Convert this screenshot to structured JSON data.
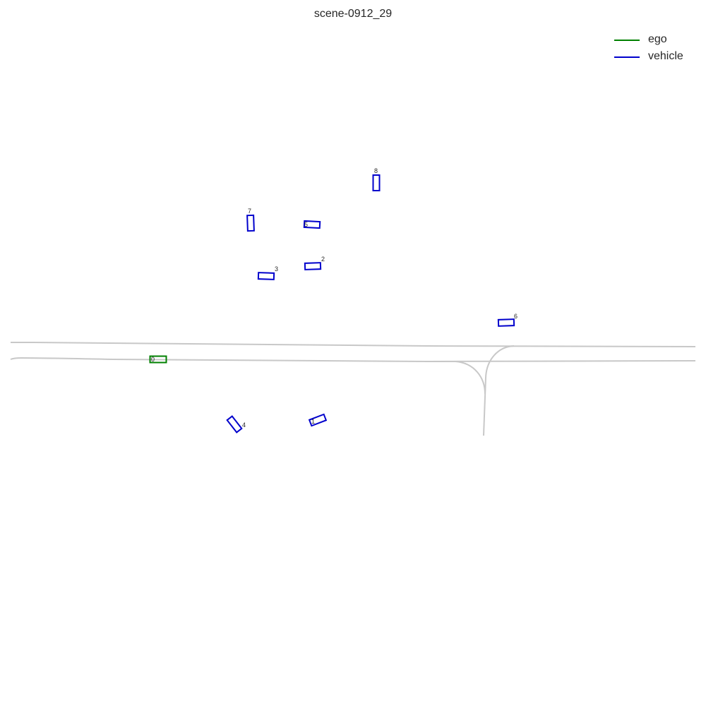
{
  "title": "scene-0912_29",
  "colors": {
    "ego": "#008000",
    "vehicle": "#0000cc",
    "lane": "#c8c8c8",
    "text": "#262626"
  },
  "legend": [
    {
      "label": "ego",
      "category": "ego"
    },
    {
      "label": "vehicle",
      "category": "vehicle"
    }
  ],
  "agents": [
    {
      "label": "0",
      "category": "ego"
    },
    {
      "label": "1",
      "category": "vehicle"
    },
    {
      "label": "2",
      "category": "vehicle"
    },
    {
      "label": "3",
      "category": "vehicle"
    },
    {
      "label": "4",
      "category": "vehicle"
    },
    {
      "label": "5",
      "category": "vehicle"
    },
    {
      "label": "6",
      "category": "vehicle"
    },
    {
      "label": "7",
      "category": "vehicle"
    },
    {
      "label": "8",
      "category": "vehicle"
    }
  ]
}
